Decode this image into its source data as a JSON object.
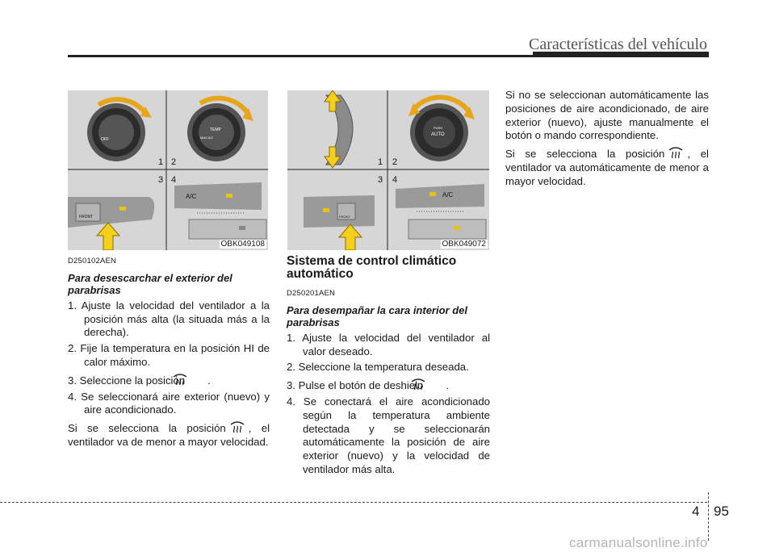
{
  "header": {
    "title": "Características del vehículo"
  },
  "figures": [
    {
      "code": "OBK049108",
      "labels": [
        "1",
        "2",
        "3",
        "4"
      ],
      "dial_left": "OFF",
      "dial_right": "TEMP",
      "dial_right_sub": "MAX A/C",
      "button_ac": "A/C",
      "button_front": "FRONT"
    },
    {
      "code": "OBK049072",
      "labels": [
        "1",
        "2",
        "3",
        "4"
      ],
      "dial_right": "AUTO",
      "dial_right_sub": "PUSH",
      "button_ac": "A/C",
      "button_front": "FRONT"
    }
  ],
  "col1": {
    "code": "D250102AEN",
    "subhead": "Para desescarchar el exterior del parabrisas",
    "items": [
      "1. Ajuste la velocidad del ventilador a la posición más alta (la situada más a la derecha).",
      "2. Fije la temperatura en la posición HI de calor máximo.",
      "3. Seleccione la posición",
      "4. Se seleccionará aire exterior (nuevo) y aire acondicionado."
    ],
    "item3_end": ".",
    "para_a": "Si se selecciona la posición",
    "para_b": ", el ventilador va de menor a mayor velocidad."
  },
  "col2": {
    "title": "Sistema de control climático automático",
    "code": "D250201AEN",
    "subhead": "Para desempañar la cara interior del parabrisas",
    "items": [
      "1. Ajuste la velocidad del ventilador al valor deseado.",
      "2. Seleccione la temperatura deseada.",
      "3. Pulse el botón de deshielo",
      "4. Se conectará el aire acondicionado según la temperatura ambiente detectada y se seleccionarán automáticamente la posición de aire exterior (nuevo) y la velocidad de ventilador más alta."
    ],
    "item3_end": "."
  },
  "col3": {
    "para1": "Si no se seleccionan automáticamente las posiciones de aire acondicionado, de aire exterior (nuevo), ajuste manualmente el botón o mando correspondiente.",
    "para2_a": "Si se selecciona la posición",
    "para2_b": ", el ventilador va automáticamente de menor a mayor velocidad."
  },
  "footer": {
    "chapter": "4",
    "page": "95",
    "watermark": "carmanualsonline.info"
  }
}
